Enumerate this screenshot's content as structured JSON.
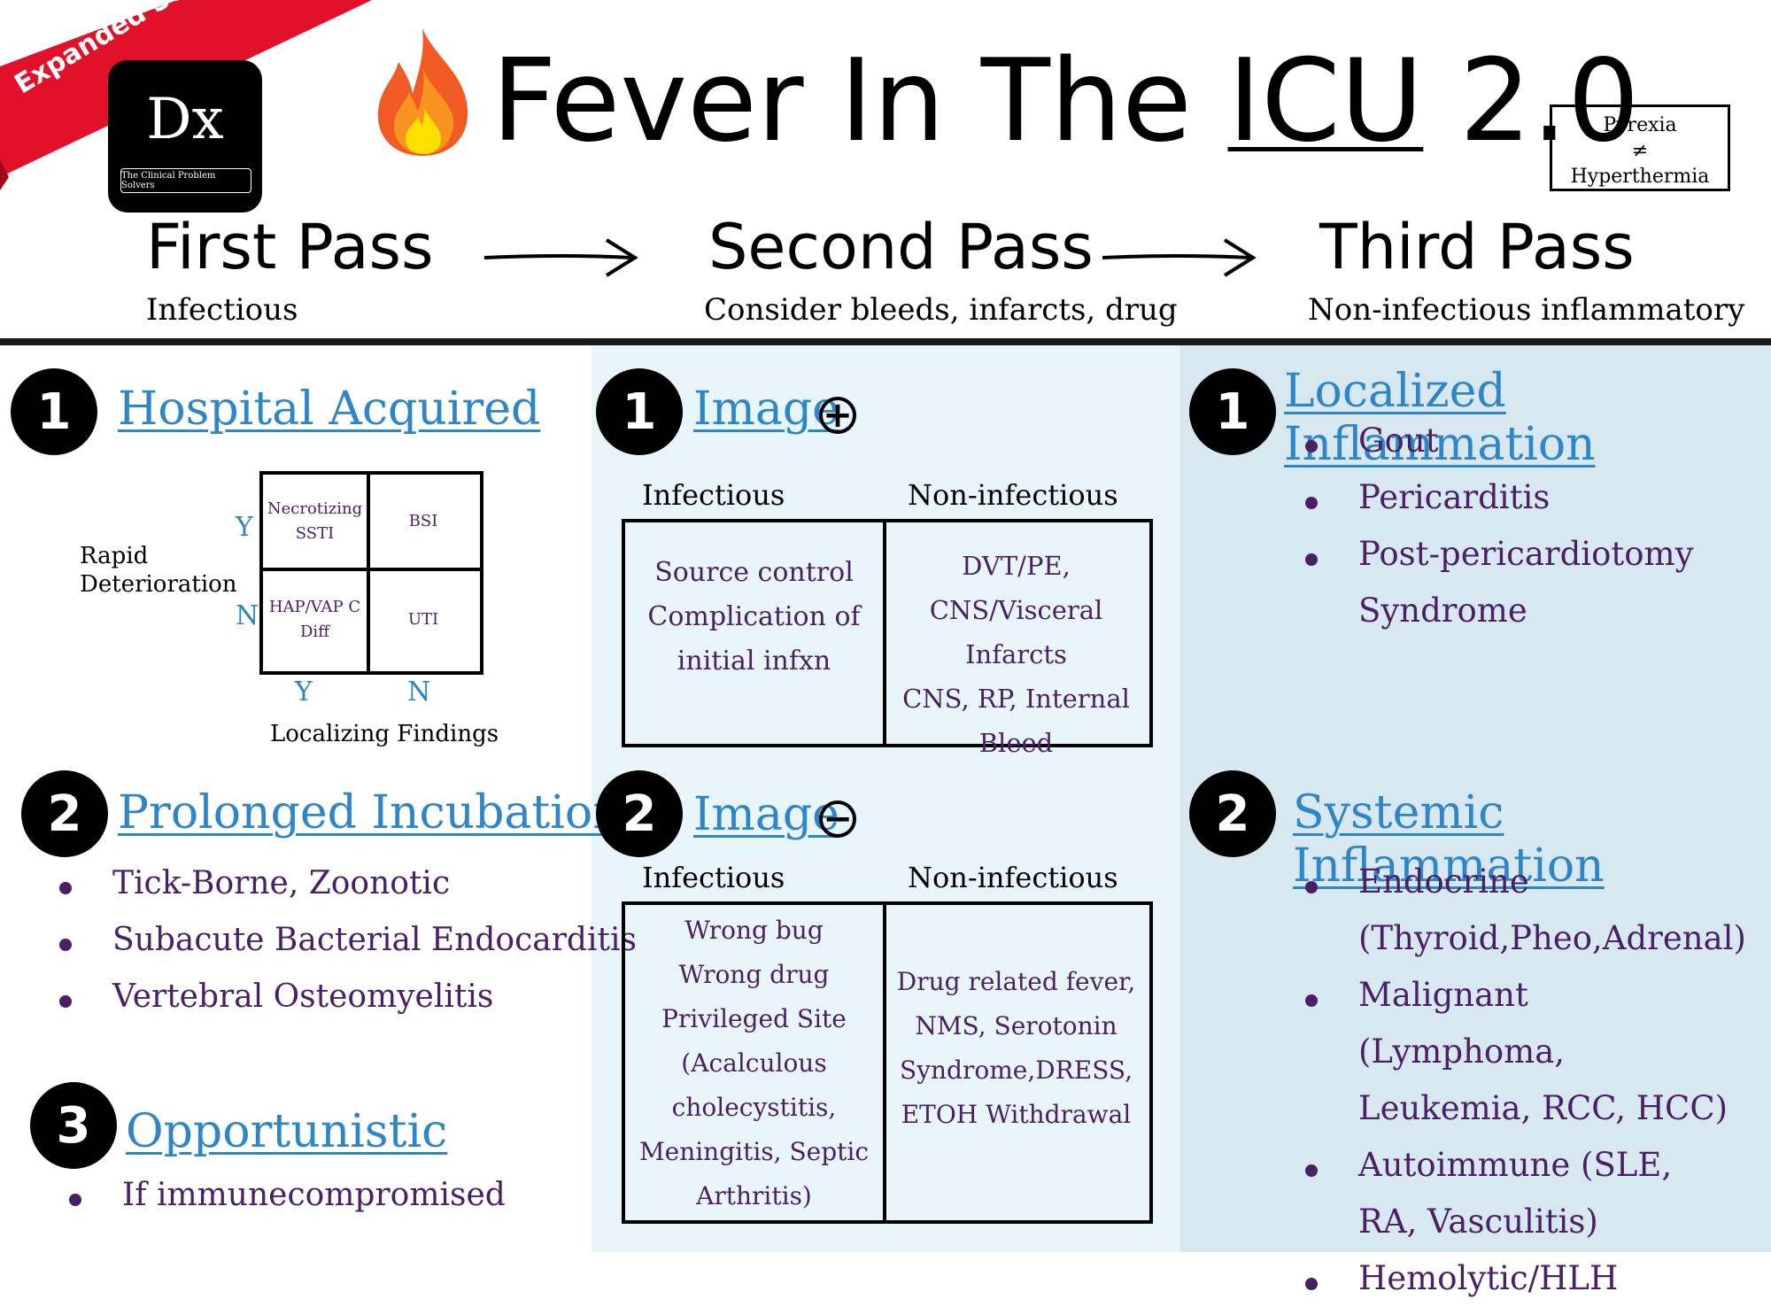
{
  "header": {
    "ribbon": "Expanded Schema",
    "logo_text": "Dx",
    "logo_sub": "The Clinical Problem Solvers",
    "title_prefix": "Fever In The ",
    "title_underlined": "ICU",
    "title_suffix": " 2.0",
    "note_line1": "Pyrexia",
    "note_line2": "≠",
    "note_line3": "Hyperthermia"
  },
  "passes": [
    {
      "title": "First Pass",
      "subtitle": "Infectious"
    },
    {
      "title": "Second Pass",
      "subtitle": "Consider bleeds, infarcts, drug"
    },
    {
      "title": "Third Pass",
      "subtitle": "Non-infectious inflammatory"
    }
  ],
  "col1": {
    "s1": {
      "num": "1",
      "title": "Hospital Acquired",
      "grid": {
        "y_axis_label": "Rapid Deterioration",
        "x_axis_label": "Localizing Findings",
        "row_y": "Y",
        "row_n": "N",
        "col_y": "Y",
        "col_n": "N",
        "c11": "Necrotizing SSTI",
        "c12": "BSI",
        "c21": "HAP/VAP C Diff",
        "c22": "UTI"
      }
    },
    "s2": {
      "num": "2",
      "title": "Prolonged Incubation",
      "items": [
        "Tick-Borne, Zoonotic",
        "Subacute Bacterial Endocarditis",
        "Vertebral Osteomyelitis"
      ]
    },
    "s3": {
      "num": "3",
      "title": "Opportunistic",
      "items": [
        "If immunecompromised"
      ]
    }
  },
  "col2": {
    "s1": {
      "num": "1",
      "title": "Image",
      "symbol": "+",
      "left_header": "Infectious",
      "right_header": "Non-infectious",
      "left_lines": [
        "Source control",
        "Complication of",
        "initial infxn"
      ],
      "right_lines": [
        "DVT/PE,",
        "CNS/Visceral Infarcts",
        "CNS, RP, Internal",
        "Bleed"
      ]
    },
    "s2": {
      "num": "2",
      "title": "Image",
      "symbol": "−",
      "left_header": "Infectious",
      "right_header": "Non-infectious",
      "left_lines": [
        "Wrong bug",
        "Wrong drug",
        "Privileged Site",
        "(Acalculous",
        "cholecystitis,",
        "Meningitis, Septic",
        "Arthritis)"
      ],
      "right_lines": [
        "Drug related fever,",
        "NMS, Serotonin",
        "Syndrome,DRESS,",
        "ETOH Withdrawal"
      ]
    }
  },
  "col3": {
    "s1": {
      "num": "1",
      "title": "Localized Inflammation",
      "items": [
        "Gout",
        "Pericarditis",
        "Post-pericardiotomy Syndrome"
      ]
    },
    "s2": {
      "num": "2",
      "title": "Systemic Inflammation",
      "items": [
        "Endocrine (Thyroid,Pheo,Adrenal)",
        "Malignant (Lymphoma, Leukemia, RCC, HCC)",
        "Autoimmune (SLE, RA, Vasculitis)",
        "Hemolytic/HLH"
      ]
    }
  },
  "colors": {
    "col2_bg": "#e8f6fc",
    "col3_bg": "#d8e8f1",
    "link_blue": "#2e86c8",
    "text_purple": "#4a1f66",
    "ribbon_red": "#e3102a"
  }
}
